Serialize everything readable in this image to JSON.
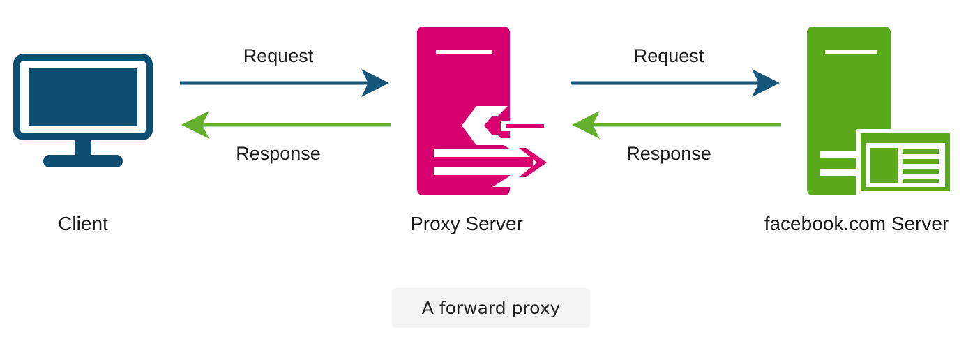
{
  "diagram": {
    "nodes": {
      "client": "Client",
      "proxy": "Proxy Server",
      "origin": "facebook.com Server"
    },
    "edges": {
      "client_to_proxy": "Request",
      "proxy_to_client": "Response",
      "proxy_to_origin": "Request",
      "origin_to_proxy": "Response"
    }
  },
  "caption": "A forward proxy",
  "colors": {
    "client_icon": "#0f4e73",
    "request_arrow": "#165478",
    "response_arrow": "#63b02d",
    "proxy_icon": "#d8006e",
    "origin_icon": "#5aaa1c",
    "caption_bg": "#f3f3f3"
  },
  "icons": {
    "client": "monitor-icon",
    "proxy": "proxy-server-icon",
    "origin": "web-server-icon"
  }
}
